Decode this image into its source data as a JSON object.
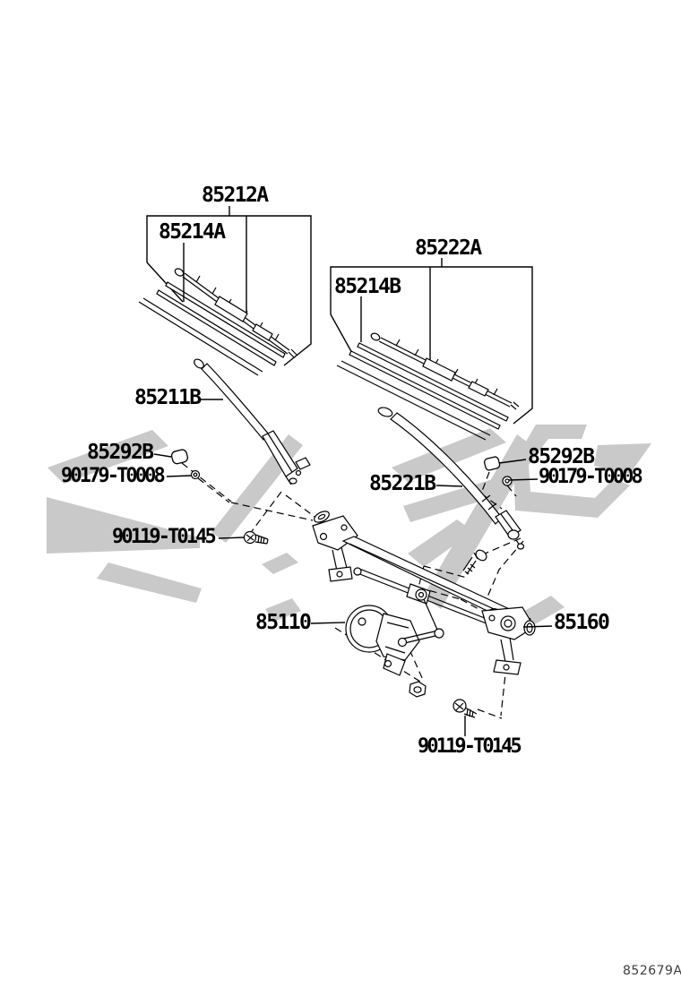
{
  "diagram": {
    "background": "#ffffff",
    "line_color": "#000000",
    "watermark_color": "#c9c9c9",
    "watermark": "logo-watermark",
    "callouts": [
      {
        "part_number": "85212A"
      },
      {
        "part_number": "85214A"
      },
      {
        "part_number": "85222A"
      },
      {
        "part_number": "85214B"
      },
      {
        "part_number": "85211B"
      },
      {
        "part_number": "85292B"
      },
      {
        "part_number": "90179-T0008"
      },
      {
        "part_number": "85292B"
      },
      {
        "part_number": "90179-T0008"
      },
      {
        "part_number": "85221B"
      },
      {
        "part_number": "90119-T0145"
      },
      {
        "part_number": "85110"
      },
      {
        "part_number": "85160"
      },
      {
        "part_number": "90119-T0145"
      }
    ],
    "figure_code": "852679A"
  }
}
